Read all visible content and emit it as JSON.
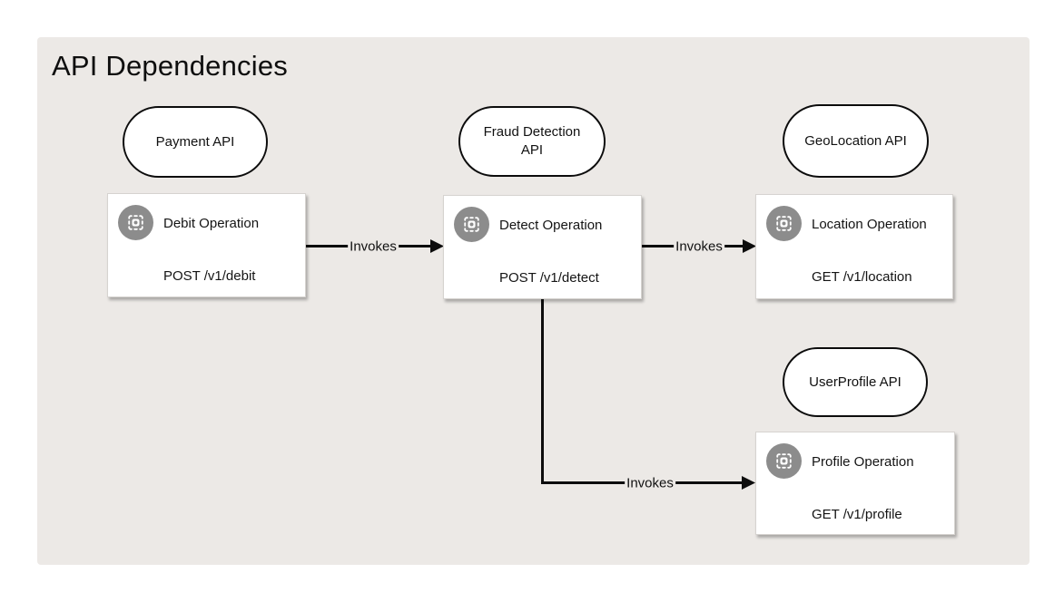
{
  "title": "API Dependencies",
  "colors": {
    "canvas_background": "#ffffff",
    "panel_background": "#ece9e6",
    "node_fill": "#ffffff",
    "node_stroke": "#0c0c0c",
    "edge_stroke": "#0d0d0d",
    "icon_circle": "#8c8c8c",
    "icon_glyph": "#ffffff",
    "text": "#111111"
  },
  "apis": [
    {
      "id": "payment",
      "label": "Payment API"
    },
    {
      "id": "fraud",
      "label": "Fraud Detection API"
    },
    {
      "id": "geo",
      "label": "GeoLocation API"
    },
    {
      "id": "user",
      "label": "UserProfile API"
    }
  ],
  "operations": [
    {
      "id": "debit",
      "title": "Debit Operation",
      "endpoint": "POST /v1/debit",
      "icon": "viewfinder-icon"
    },
    {
      "id": "detect",
      "title": "Detect Operation",
      "endpoint": "POST /v1/detect",
      "icon": "viewfinder-icon"
    },
    {
      "id": "location",
      "title": "Location Operation",
      "endpoint": "GET /v1/location",
      "icon": "viewfinder-icon"
    },
    {
      "id": "profile",
      "title": "Profile Operation",
      "endpoint": "GET /v1/profile",
      "icon": "viewfinder-icon"
    }
  ],
  "edges": [
    {
      "from": "debit",
      "to": "detect",
      "label": "Invokes"
    },
    {
      "from": "detect",
      "to": "location",
      "label": "Invokes"
    },
    {
      "from": "detect",
      "to": "profile",
      "label": "Invokes"
    }
  ]
}
